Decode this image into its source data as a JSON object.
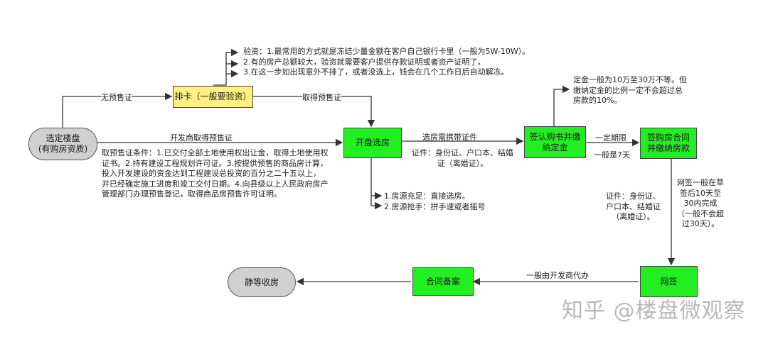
{
  "nodes": {
    "select": "选定楼盘\n(有购房资质)",
    "paika": "排卡（一般要验资）",
    "kaipan": "开盘选房",
    "qianren": "签认购书并缴纳定金",
    "qiangou": "签购房合同并缴纳房款",
    "wangqian": "网签",
    "beian": "合同备案",
    "shoufang": "静等收房"
  },
  "edge_labels": {
    "no_presale": "无预售证",
    "get_presale": "取得预售证",
    "dev_presale": "开发商取得预售证",
    "need_docs": "选房需携带证件",
    "fixed_period": "一定期限",
    "seven_days": "一般是7天",
    "by_developer": "一般由开发商代办"
  },
  "notes": {
    "verify": "验资：1.最常用的方式就是冻结少量金额在客户自己银行卡里（一般为5W-10W）。\n2.有的房产总额较大，验资就需要客户提供存款证明或者资产证明了。\n3.在这一步如出现意外不排了，或者没选上，钱会在几个工作日后自动解冻。",
    "presale_conditions": "取预售证条件：1.已交付全部土地使用权出让金，取得土地使用权\n证书。2.持有建设工程规划许可证。3.按提供预售的商品房计算，\n投入开发建设的资金达到工程建设总投资的百分之二十五以上，\n并已经确定施工进度和竣工交付日期。4.向县级以上人民政府房产\n管理部门办理预售登记，取得商品房预售许可证明。",
    "docs1": "证件：身份证、户口本、结婚\n证（离婚证）。",
    "choose": "1.房源充足：直接选房。\n2.房源抢手：拼手速或者摇号",
    "deposit": "定金一般为10万至30万不等。但\n缴纳定金的比例一定不会超过总\n房款的10%。",
    "docs2": "证件：身份证、\n户口本、结婚证\n（离婚证）。",
    "netsign": "网签一般在草\n签后10天至\n30内完成\n（一般不会超\n过30天）。"
  },
  "watermark": "知乎 @楼盘微观察",
  "colors": {
    "green": "#22ee22",
    "yellow": "#fff080",
    "gray": "#d0d0d0",
    "line": "#333333"
  }
}
